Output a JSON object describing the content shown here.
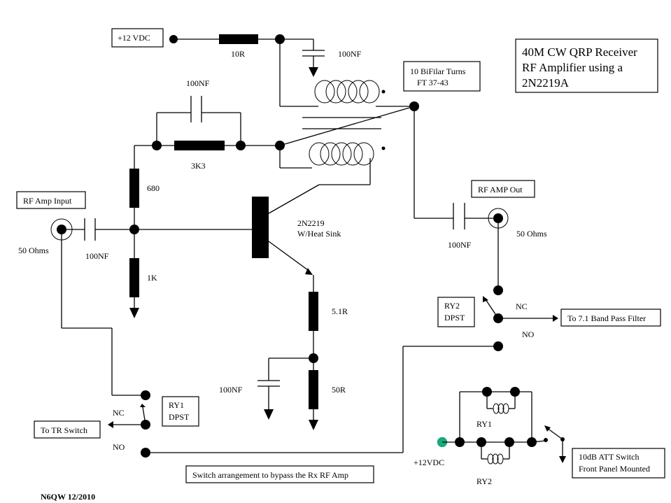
{
  "title_box": {
    "lines": [
      "40M CW QRP Receiver",
      "RF Amplifier using a",
      "2N2219A"
    ]
  },
  "power": {
    "supply_label": "+12 VDC",
    "relay_supply_label": "+12VDC",
    "relay_supply_color": "#1aa882"
  },
  "components": {
    "r_supply": "10R",
    "c_supply_bypass": "100NF",
    "c_feedback": "100NF",
    "r_feedback": "3K3",
    "r_bias_top": "680",
    "r_bias_bottom": "1K",
    "c_input": "100NF",
    "transistor": [
      "2N2219",
      "W/Heat Sink"
    ],
    "r_emitter": "5.1R",
    "r_emitter_bypass": "50R",
    "c_emitter_bypass": "100NF",
    "c_output": "100NF",
    "transformer_box": [
      "10 BiFilar Turns",
      "FT 37-43"
    ]
  },
  "ports": {
    "input_label": "RF Amp Input",
    "input_impedance": "50 Ohms",
    "output_label": "RF AMP Out",
    "output_impedance": "50 Ohms"
  },
  "relays": {
    "ry1_box": [
      "RY1",
      "DPST"
    ],
    "ry2_box": [
      "RY2",
      "DPST"
    ],
    "ry1_nc": "NC",
    "ry1_no": "NO",
    "ry2_nc": "NC",
    "ry2_no": "NO",
    "ry1_coil_label": "RY1",
    "ry2_coil_label": "RY2"
  },
  "destinations": {
    "tr_switch": "To TR Switch",
    "bandpass": "To 7.1 Band Pass Filter",
    "att_switch": [
      "10dB ATT Switch",
      "Front Panel Mounted"
    ]
  },
  "notes": {
    "bypass_note": "Switch arrangement to bypass the Rx RF Amp",
    "author": "N6QW 12/2010"
  }
}
